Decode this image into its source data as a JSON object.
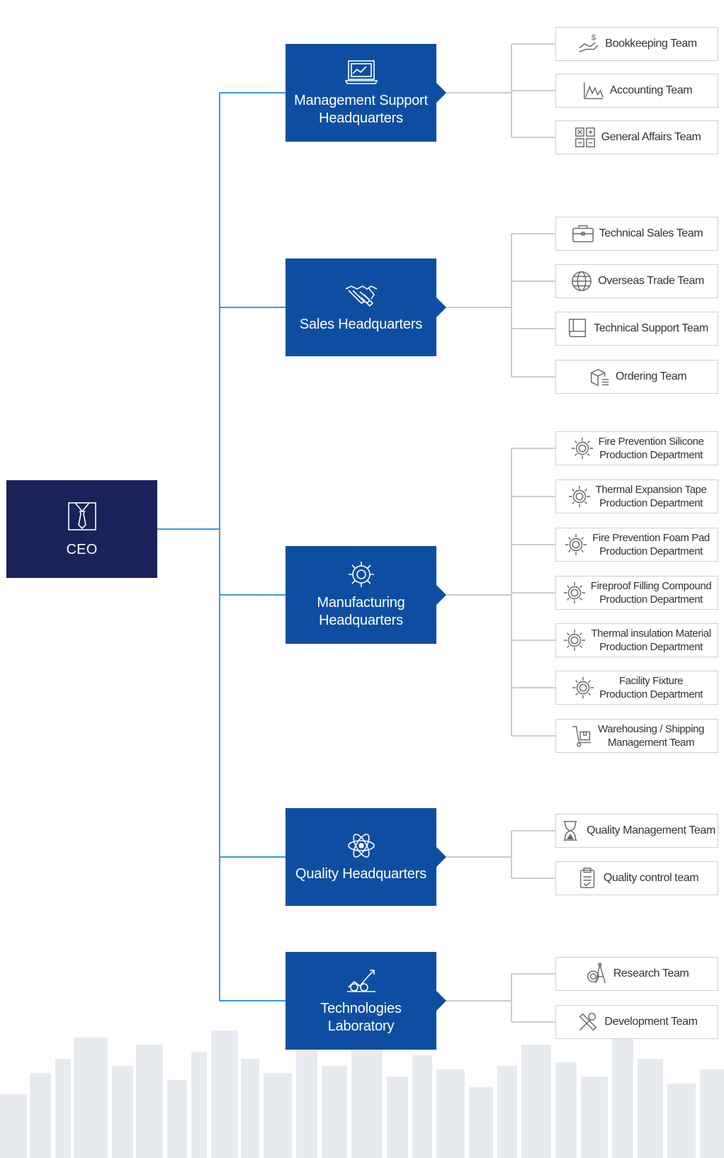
{
  "ceo": {
    "label": "CEO",
    "icon": "suit-tie-icon"
  },
  "colors": {
    "ceo": "#1a2259",
    "hq": "#0e4ea2",
    "wire_primary": "#3b98e0",
    "wire_team": "#cccccc"
  },
  "headquarters": [
    {
      "label": "Management Support Headquarters",
      "icon": "laptop-chart-icon",
      "teams": [
        {
          "label": "Bookkeeping Team",
          "icon": "hand-dollar-icon"
        },
        {
          "label": "Accounting Team",
          "icon": "mountain-chart-icon"
        },
        {
          "label": "General Affairs Team",
          "icon": "calculator-icon"
        }
      ]
    },
    {
      "label": "Sales Headquarters",
      "icon": "handshake-icon",
      "teams": [
        {
          "label": "Technical Sales Team",
          "icon": "briefcase-icon"
        },
        {
          "label": "Overseas Trade Team",
          "icon": "globe-icon"
        },
        {
          "label": "Technical Support Team",
          "icon": "book-icon"
        },
        {
          "label": "Ordering Team",
          "icon": "box-list-icon"
        }
      ]
    },
    {
      "label": "Manufacturing Headquarters",
      "icon": "gear-icon",
      "teams": [
        {
          "label": "Fire Prevention Silicone\nProduction Department",
          "icon": "gear-icon"
        },
        {
          "label": "Thermal Expansion Tape\nProduction Department",
          "icon": "gear-icon"
        },
        {
          "label": "Fire Prevention Foam Pad\nProduction Department",
          "icon": "gear-icon"
        },
        {
          "label": "Fireproof Filling Compound\nProduction Department",
          "icon": "gear-icon"
        },
        {
          "label": "Thermal insulation Material\nProduction Department",
          "icon": "gear-icon"
        },
        {
          "label": "Facility Fixture\nProduction Department",
          "icon": "gear-icon"
        },
        {
          "label": "Warehousing / Shipping\nManagement Team",
          "icon": "hand-truck-icon"
        }
      ]
    },
    {
      "label": "Quality Headquarters",
      "icon": "atom-icon",
      "teams": [
        {
          "label": "Quality Management Team",
          "icon": "hourglass-icon"
        },
        {
          "label": "Quality control team",
          "icon": "clipboard-icon"
        }
      ]
    },
    {
      "label": "Technologies Laboratory",
      "icon": "growth-chart-icon",
      "teams": [
        {
          "label": "Research Team",
          "icon": "gear-compass-icon"
        },
        {
          "label": "Development Team",
          "icon": "tools-icon"
        }
      ]
    }
  ]
}
